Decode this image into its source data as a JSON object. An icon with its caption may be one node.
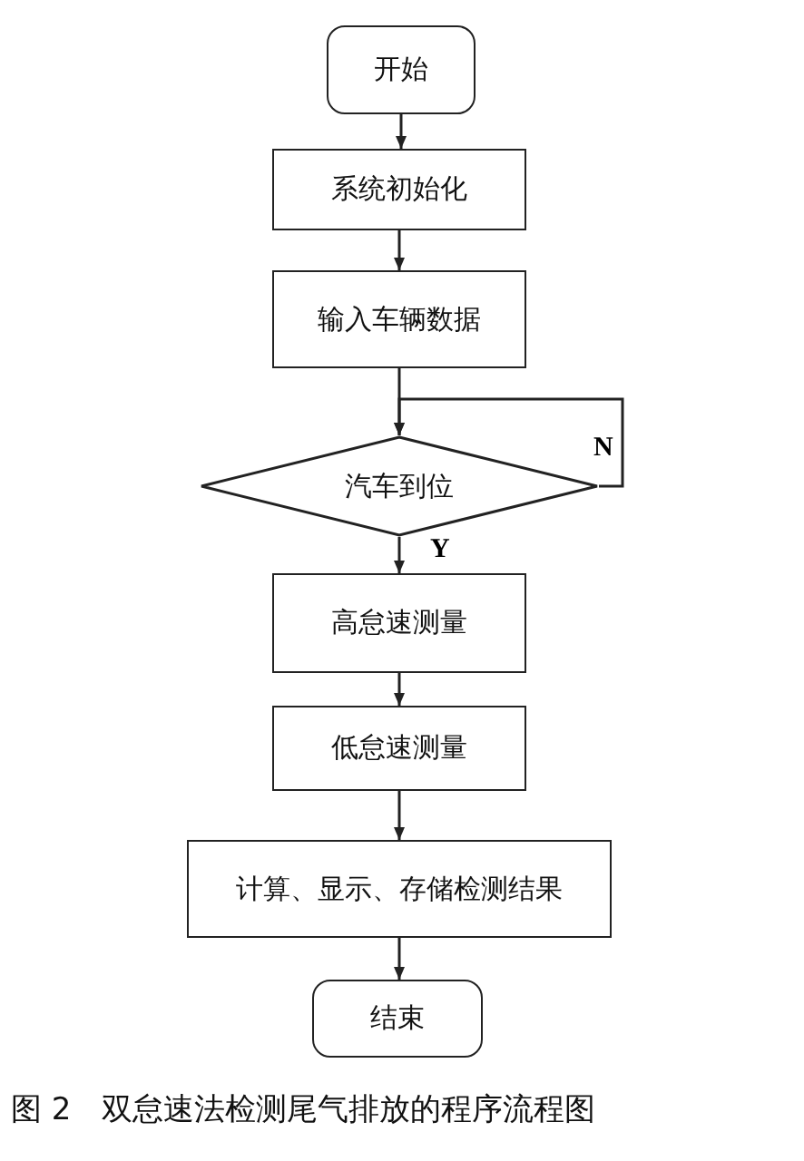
{
  "diagram": {
    "caption": "图 2　双怠速法检测尾气排放的程序流程图",
    "nodes": [
      {
        "text": [
          "开始"
        ]
      },
      {
        "text": [
          "系统初始化"
        ]
      },
      {
        "text": [
          "输入车辆数据"
        ]
      },
      {
        "text": [
          "汽车到位"
        ]
      },
      {
        "text": [
          "高怠速测量"
        ]
      },
      {
        "text": [
          "低怠速测量"
        ]
      },
      {
        "text": [
          "计算、显示、存储检测结果"
        ]
      },
      {
        "text": [
          "结束"
        ]
      }
    ],
    "edges": [
      {
        "from": 0,
        "to": 1,
        "arrow": "to"
      },
      {
        "from": 1,
        "to": 2,
        "arrow": "to"
      },
      {
        "from": 2,
        "to": 3,
        "arrow": "to"
      },
      {
        "from": 3,
        "to": 3,
        "arrow": "to",
        "label": "N"
      },
      {
        "from": 3,
        "to": 4,
        "arrow": "to",
        "label": "Y"
      },
      {
        "from": 4,
        "to": 5,
        "arrow": "to"
      },
      {
        "from": 5,
        "to": 6,
        "arrow": "to"
      },
      {
        "from": 6,
        "to": 7,
        "arrow": "to"
      }
    ]
  }
}
